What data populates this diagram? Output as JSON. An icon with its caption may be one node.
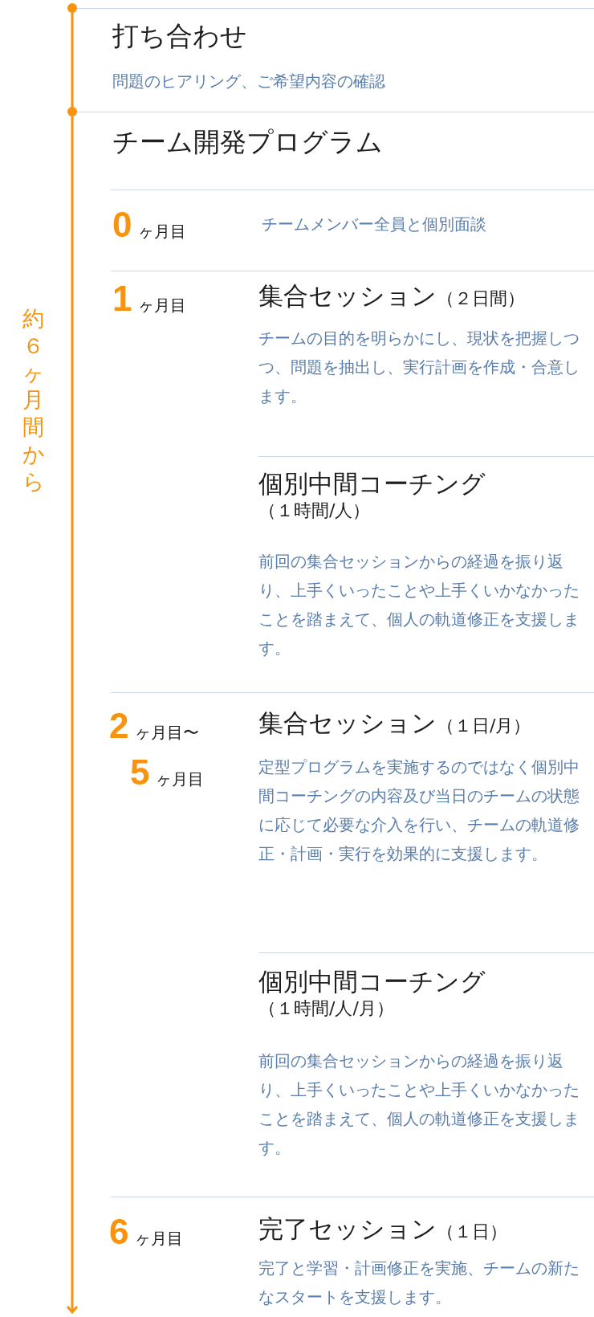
{
  "diagram": {
    "labels": [
      "打ち合わせ",
      "問題のヒアリング、ご希望内容の確認",
      "チーム開発プログラム",
      "0",
      "ヶ月目",
      "チームメンバー全員と個別面談",
      "1",
      "ヶ月目",
      "集合セッション",
      "（２日間）",
      "チームの目的を明らかにし、現状を把握しつつ、問題を抽出し、実行計画を作成・合意します。",
      "個別中間コーチング",
      "（１時間/人）",
      "前回の集合セッションからの経過を振り返り、上手くいったことや上手くいかなかったことを踏まえて、個人の軌道修正を支援します。",
      "2",
      "ヶ月目〜",
      "5",
      "ヶ月目",
      "集合セッション",
      "（１日/月）",
      "定型プログラムを実施するのではなく個別中間コーチングの内容及び当日のチームの状態に応じて必要な介入を行い、チームの軌道修正・計画・実行を効果的に支援します。",
      "個別中間コーチング",
      "（１時間/人/月）",
      "前回の集合セッションからの経過を振り返り、上手くいったことや上手くいかなかったことを踏まえて、個人の軌道修正を支援します。",
      "6",
      "ヶ月目",
      "完了セッション",
      "（１日）",
      "完了と学習・計画修正を実施、チームの新たなスタートを支援します。",
      "約６ヶ月間から"
    ]
  }
}
